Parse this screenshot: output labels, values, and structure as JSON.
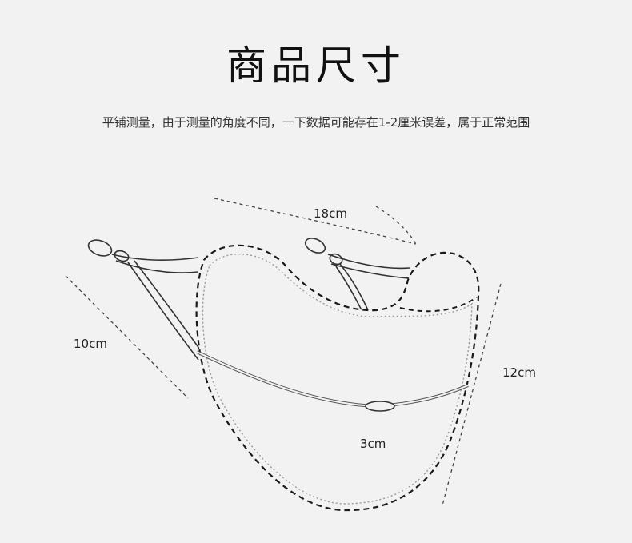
{
  "page": {
    "title": "商品尺寸",
    "note": "平铺测量，由于测量的角度不同，一下数据可能存在1-2厘米误差，属于正常范围"
  },
  "dimensions": {
    "width": "18cm",
    "left_height": "10cm",
    "right_height": "12cm",
    "clip": "3cm"
  },
  "colors": {
    "background": "#f2f2f2",
    "outline": "#222222",
    "stitch": "#9a9a9a"
  }
}
